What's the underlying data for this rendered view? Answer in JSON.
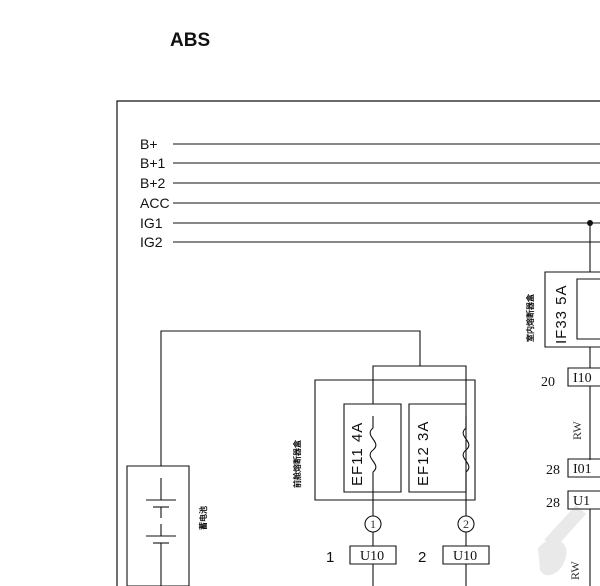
{
  "title": "ABS",
  "rails": [
    "B+",
    "B+1",
    "B+2",
    "ACC",
    "IG1",
    "IG2"
  ],
  "fuses": [
    {
      "id": "EF11",
      "rating": "4A",
      "label": "EF11 4A"
    },
    {
      "id": "EF12",
      "rating": "3A",
      "label": "EF12 3A"
    },
    {
      "id": "IF33",
      "rating": "5A",
      "label": "IF33 5A"
    }
  ],
  "boxes": {
    "engine_fuse_box": "前舱熔断器盒",
    "cabin_fuse_box": "室内熔断器盒",
    "battery": "蓄电池"
  },
  "connectors": [
    {
      "pin": "1",
      "code": "U10"
    },
    {
      "pin": "2",
      "code": "U10"
    },
    {
      "pin": "20",
      "code": "I10"
    },
    {
      "pin": "28",
      "code": "I01"
    },
    {
      "pin": "28",
      "code": "U1"
    }
  ],
  "fuse_pins": [
    "1",
    "2"
  ],
  "wire_colors": [
    "RW",
    "RW"
  ]
}
